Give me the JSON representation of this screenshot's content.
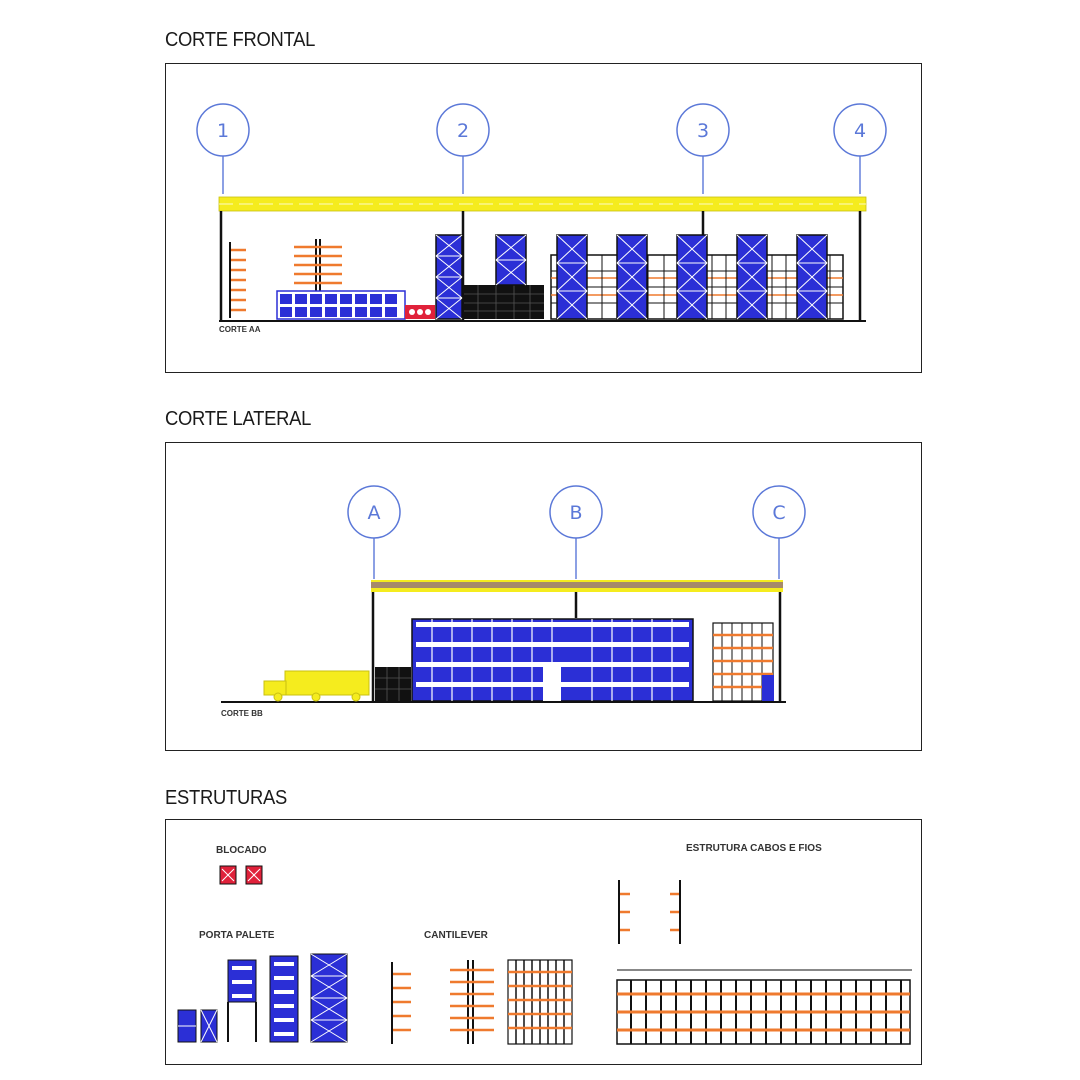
{
  "sections": {
    "frontal": {
      "title": "CORTE FRONTAL",
      "caption": "CORTE AA",
      "grid_labels": [
        "1",
        "2",
        "3",
        "4"
      ]
    },
    "lateral": {
      "title": "CORTE LATERAL",
      "caption": "CORTE BB",
      "grid_labels": [
        "A",
        "B",
        "C"
      ]
    },
    "estruturas": {
      "title": "ESTRUTURAS",
      "labels": {
        "blocado": "BLOCADO",
        "porta_palete": "PORTA PALETE",
        "cantilever": "CANTILEVER",
        "cabos_fios": "ESTRUTURA CABOS E FIOS"
      }
    }
  },
  "colors": {
    "grid_line": "#5b78d8",
    "roof_yellow": "#f5ec1e",
    "rack_blue": "#2b2fd6",
    "cantilever_orange": "#ef7a2e",
    "structure_black": "#111111",
    "blocado_red": "#e0213a"
  }
}
